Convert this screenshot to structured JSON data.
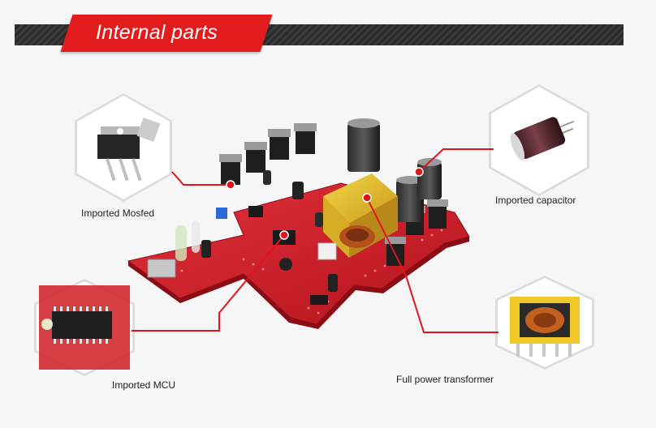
{
  "header": {
    "title": "Internal parts"
  },
  "callouts": {
    "mosfet": {
      "label": "Imported Mosfed"
    },
    "capacitor": {
      "label": "Imported capacitor"
    },
    "mcu": {
      "label": "Imported MCU"
    },
    "transformer": {
      "label": "Full power transformer"
    }
  },
  "colors": {
    "accent_red": "#e21c1c",
    "band_dark": "#2f2f2f",
    "pcb_red": "#d8202a",
    "leader_line": "#e0141c"
  }
}
